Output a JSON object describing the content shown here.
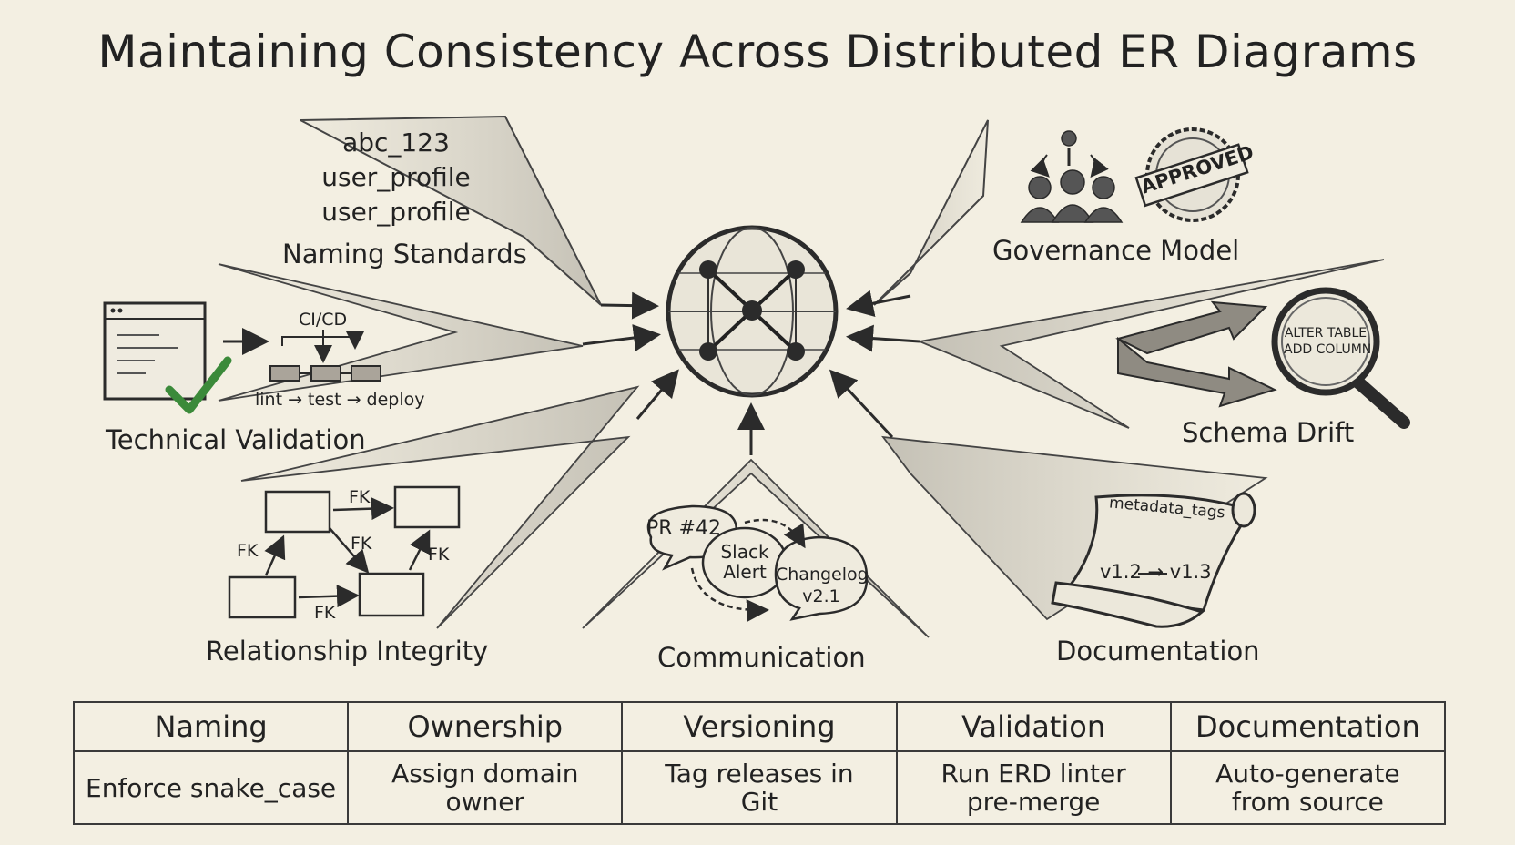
{
  "title": "Maintaining Consistency Across Distributed ER Diagrams",
  "hub": {
    "icon": "network-globe-icon"
  },
  "naming": {
    "examples": [
      "abc_123",
      "user_profile",
      "user_profile"
    ],
    "label": "Naming Standards"
  },
  "governance": {
    "label": "Governance Model",
    "stamp": "APPROVED"
  },
  "technical": {
    "label": "Technical Validation",
    "pipeline_title": "CI/CD",
    "pipeline_steps": "lint → test → deploy"
  },
  "drift": {
    "label": "Schema Drift",
    "lens_line1": "ALTER TABLE",
    "lens_line2": "ADD COLUMN"
  },
  "relationship": {
    "label": "Relationship Integrity",
    "fk": "FK"
  },
  "communication": {
    "label": "Communication",
    "bubble_pr": "PR #42",
    "bubble_slack_1": "Slack",
    "bubble_slack_2": "Alert",
    "bubble_changelog_1": "Changelog",
    "bubble_changelog_2": "v2.1"
  },
  "documentation": {
    "label": "Documentation",
    "scroll_tag": "metadata_tags",
    "scroll_version": "v1.2 → v1.3"
  },
  "table": {
    "headers": [
      "Naming",
      "Ownership",
      "Versioning",
      "Validation",
      "Documentation"
    ],
    "row1": [
      "Enforce snake_case",
      "Assign domain",
      "Tag releases in",
      "Run ERD linter",
      "Auto-generate"
    ],
    "row2": [
      "",
      "owner",
      "Git",
      "pre-merge",
      "from source"
    ]
  }
}
